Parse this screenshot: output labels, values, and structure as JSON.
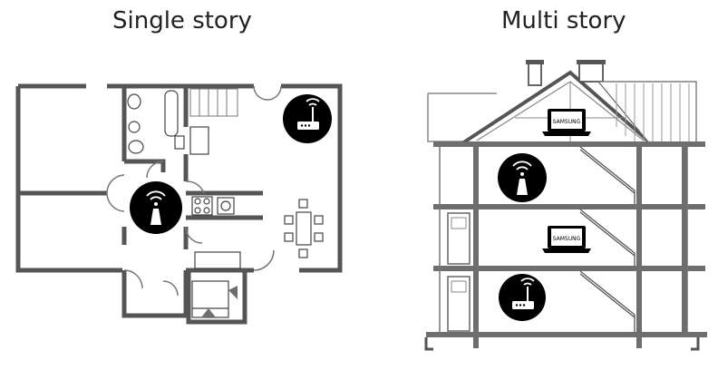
{
  "single_story": {
    "title": "Single story"
  },
  "multi_story": {
    "title": "Multi story",
    "laptop_brand": "SAMSUNG"
  },
  "icons": [
    "router-icon",
    "wifi-extender-icon",
    "laptop-icon"
  ]
}
